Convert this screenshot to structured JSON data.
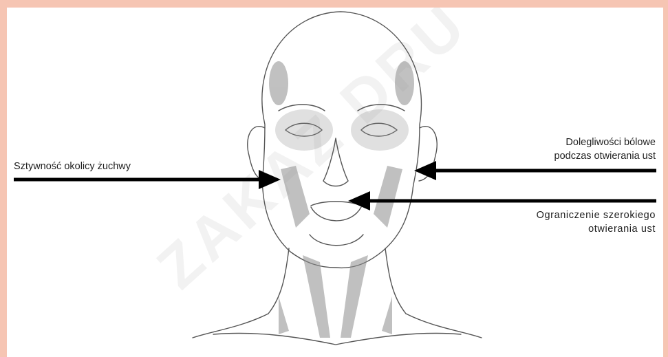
{
  "watermark": "ZAKAZ DRU",
  "labels": {
    "left": "Sztywność okolicy żuchwy",
    "right_top": [
      "Dolegliwości bólowe",
      "podczas otwierania ust"
    ],
    "right_bottom": [
      "Ograniczenie szerokiego",
      "otwierania ust"
    ]
  },
  "colors": {
    "border": "#f6c5b3",
    "background": "#ffffff",
    "ink": "#1f1f1f",
    "arrow": "#000000"
  }
}
